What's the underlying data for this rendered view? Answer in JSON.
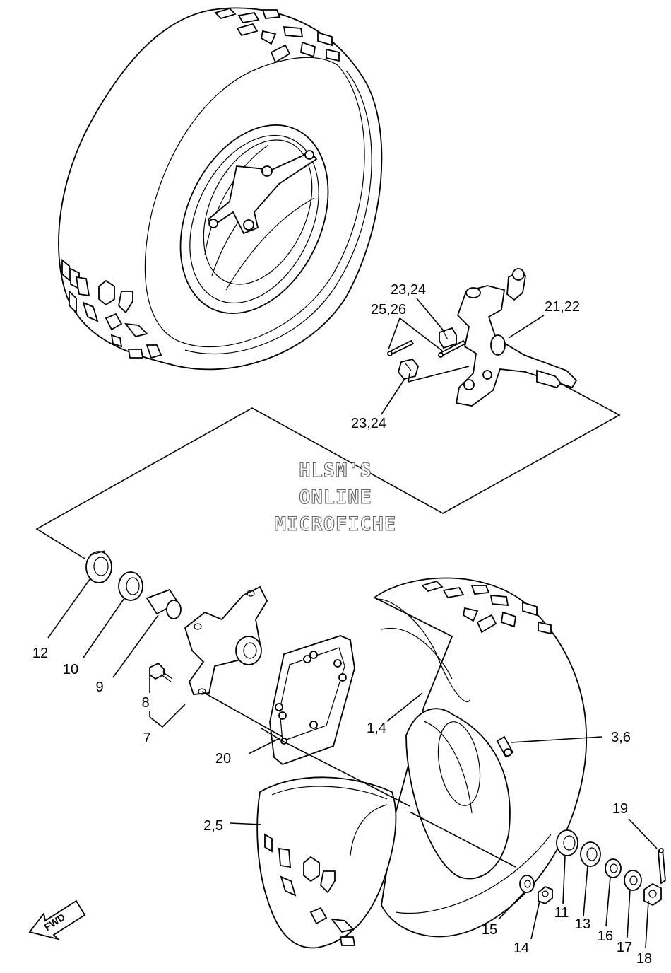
{
  "watermark": {
    "line1": "HLSM'S",
    "line2": "ONLINE",
    "line3": "MICROFICHE"
  },
  "fwd_label": "FWD",
  "callouts": {
    "c_23_24_top": "23,24",
    "c_25_26": "25,26",
    "c_21_22": "21,22",
    "c_23_24_bottom": "23,24",
    "c_12": "12",
    "c_10": "10",
    "c_9": "9",
    "c_8": "8",
    "c_7": "7",
    "c_1_4": "1,4",
    "c_3_6": "3,6",
    "c_20": "20",
    "c_2_5": "2,5",
    "c_19": "19",
    "c_11": "11",
    "c_13": "13",
    "c_16": "16",
    "c_17": "17",
    "c_18": "18",
    "c_15": "15",
    "c_14": "14"
  }
}
